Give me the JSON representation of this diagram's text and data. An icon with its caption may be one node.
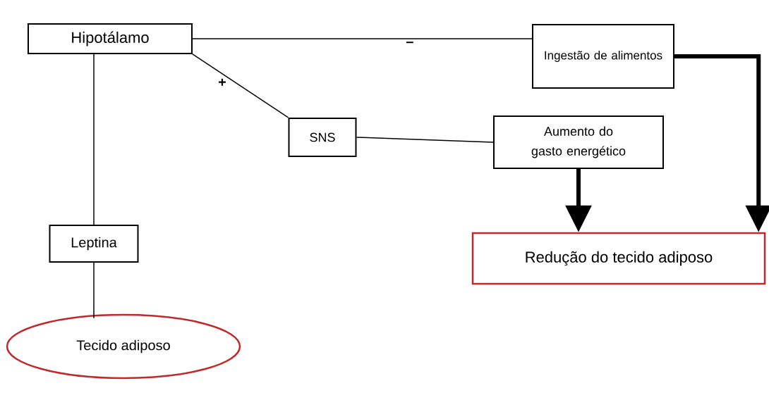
{
  "diagram": {
    "nodes": [
      {
        "text": [
          "Hipotálamo"
        ]
      },
      {
        "text": [
          "Ingestão de alimentos"
        ]
      },
      {
        "text": [
          "SNS"
        ]
      },
      {
        "text": [
          "Aumento do gasto energético"
        ]
      },
      {
        "text": [
          "Leptina"
        ]
      },
      {
        "text": [
          "Redução do tecido adiposo"
        ]
      },
      {
        "text": [
          "Tecido adiposo"
        ]
      }
    ],
    "edges": [
      {
        "from": 0,
        "to": 1,
        "arrow": "none",
        "label": "–"
      },
      {
        "from": 0,
        "to": 2,
        "arrow": "none",
        "label": "+"
      },
      {
        "from": 2,
        "to": 3,
        "arrow": "none"
      },
      {
        "from": 3,
        "to": 5,
        "arrow": "to",
        "style": "thick"
      },
      {
        "from": 1,
        "to": 5,
        "arrow": "to",
        "style": "thick"
      },
      {
        "from": 0,
        "to": 4,
        "arrow": "none"
      },
      {
        "from": 4,
        "to": 6,
        "arrow": "none"
      }
    ]
  }
}
